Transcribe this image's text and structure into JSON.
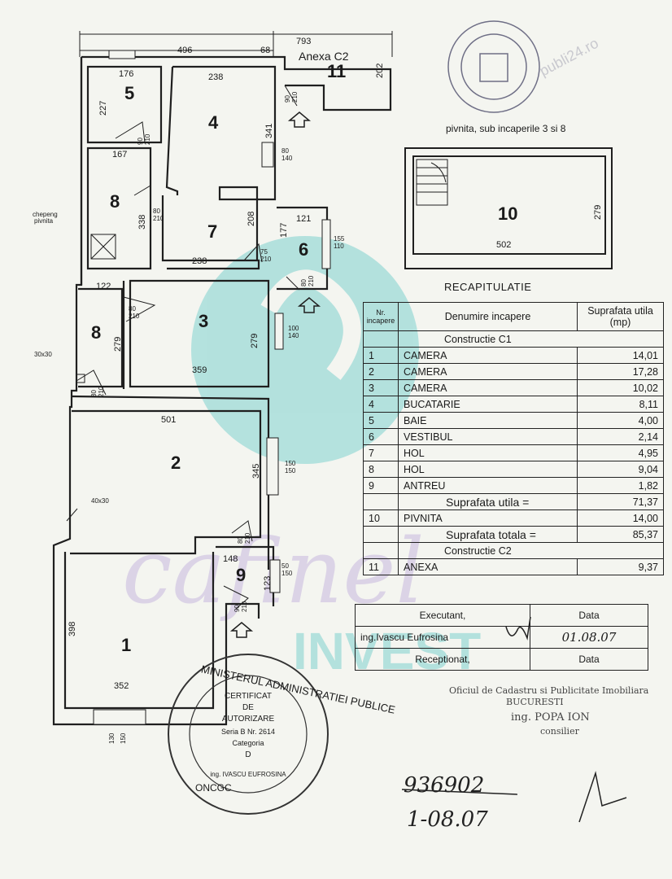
{
  "plan": {
    "rooms": [
      {
        "id": "1",
        "number": "1"
      },
      {
        "id": "2",
        "number": "2"
      },
      {
        "id": "3",
        "number": "3"
      },
      {
        "id": "4",
        "number": "4"
      },
      {
        "id": "5",
        "number": "5"
      },
      {
        "id": "6",
        "number": "6"
      },
      {
        "id": "7",
        "number": "7"
      },
      {
        "id": "8a",
        "number": "8"
      },
      {
        "id": "8b",
        "number": "8"
      },
      {
        "id": "9",
        "number": "9"
      },
      {
        "id": "10",
        "number": "10"
      },
      {
        "id": "11",
        "number": "11"
      }
    ],
    "anexa_label": "Anexa C2",
    "chepeng_label_1": "chepeng",
    "chepeng_label_2": "pivnita",
    "dimensions": {
      "top_total": "793",
      "top_left": "496",
      "top_mid": "68",
      "anexa_side": "202",
      "r5_w": "176",
      "r5_h": "227",
      "r4_w": "238",
      "r4_h": "341",
      "r8a_w": "167",
      "r8a_h": "338",
      "r7_h": "208",
      "r7_w": "238",
      "r6_w": "121",
      "r6_h": "177",
      "r8b_w": "122",
      "r8b_h": "279",
      "r3_w": "359",
      "r3_h": "279",
      "r2_w": "501",
      "r2_h": "345",
      "r9_w": "148",
      "r9_h": "123",
      "r1_w": "352",
      "r1_h": "398",
      "r10_w": "502",
      "r10_h": "279",
      "niche_1": "30x30",
      "niche_2": "40x30"
    },
    "openings": {
      "d_anexa": "90\n210",
      "d_r5": "90\n210",
      "w_r4": "80\n140",
      "d_r8a": "80\n210",
      "w_r6": "155\n110",
      "d_r7": "75\n210",
      "d_r6": "80\n210",
      "d_r8b": "80\n210",
      "w_r3": "100\n140",
      "d_r8c": "80\n210",
      "w_r2": "150\n150",
      "d_r2": "80\n210",
      "w_r9": "50\n150",
      "d_r9": "90\n210",
      "w_r1_a": "130",
      "w_r1_b": "150"
    }
  },
  "pivnita_note": "pivnita, sub incaperile 3 si 8",
  "recap": {
    "title": "RECAPITULATIE",
    "header": {
      "nr_line1": "Nr.",
      "nr_line2": "incapere",
      "name": "Denumire incapere",
      "area_line1": "Suprafata utila",
      "area_line2": "(mp)"
    },
    "group_c1": "Constructie C1",
    "rows_c1": [
      {
        "nr": "1",
        "name": "CAMERA",
        "area": "14,01"
      },
      {
        "nr": "2",
        "name": "CAMERA",
        "area": "17,28"
      },
      {
        "nr": "3",
        "name": "CAMERA",
        "area": "10,02"
      },
      {
        "nr": "4",
        "name": "BUCATARIE",
        "area": "8,11"
      },
      {
        "nr": "5",
        "name": "BAIE",
        "area": "4,00"
      },
      {
        "nr": "6",
        "name": "VESTIBUL",
        "area": "2,14"
      },
      {
        "nr": "7",
        "name": "HOL",
        "area": "4,95"
      },
      {
        "nr": "8",
        "name": "HOL",
        "area": "9,04"
      },
      {
        "nr": "9",
        "name": "ANTREU",
        "area": "1,82"
      }
    ],
    "sum_utila_label": "Suprafata utila =",
    "sum_utila_value": "71,37",
    "row_10": {
      "nr": "10",
      "name": "PIVNITA",
      "area": "14,00"
    },
    "sum_totala_label": "Suprafata totala =",
    "sum_totala_value": "85,37",
    "group_c2": "Constructie C2",
    "row_11": {
      "nr": "11",
      "name": "ANEXA",
      "area": "9,37"
    }
  },
  "signatures": {
    "executant_label": "Executant,",
    "data_label_1": "Data",
    "executant_name": "ing.Ivascu Eufrosina",
    "executant_date": "01.08.07",
    "receptionat_label": "Receptionat,",
    "data_label_2": "Data"
  },
  "office": {
    "line1": "Oficiul de Cadastru si Publicitate Imobiliara",
    "line2": "BUCURESTI",
    "line3": "ing. POPA ION",
    "line4": "consilier"
  },
  "stamp": {
    "outer": "MINISTERUL ADMINISTRATIEI PUBLICE",
    "inner1": "CERTIFICAT",
    "inner2": "DE",
    "inner3": "AUTORIZARE",
    "inner4": "Seria B Nr. 2614",
    "inner5": "Categoria",
    "inner6": "D",
    "name": "ing. IVASCU EUFROSINA",
    "bottom": "ONCGC"
  },
  "hand": {
    "number": "936902",
    "date": "1-08.07"
  },
  "watermark": {
    "text": "cafinel",
    "sub": "INVEST",
    "site": "publi24.ro"
  },
  "colors": {
    "wall": "#1f1f1f",
    "watermark_teal": "#7fd1cf",
    "watermark_purple": "#c8b9de",
    "paper": "#f4f5f0"
  }
}
